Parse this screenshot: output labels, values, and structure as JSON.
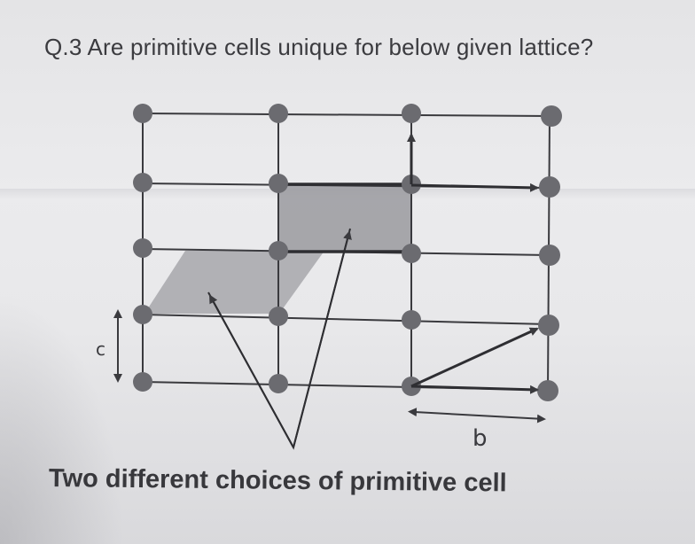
{
  "question": "Q.3 Are primitive cells unique for below given lattice?",
  "caption": "Two different choices of primitive cell",
  "labels": {
    "c": "c",
    "b": "b"
  },
  "colors": {
    "ink": "#3a3a3e",
    "lattice_point": "#6b6b70",
    "cell_fill": "#9a9a9f"
  }
}
